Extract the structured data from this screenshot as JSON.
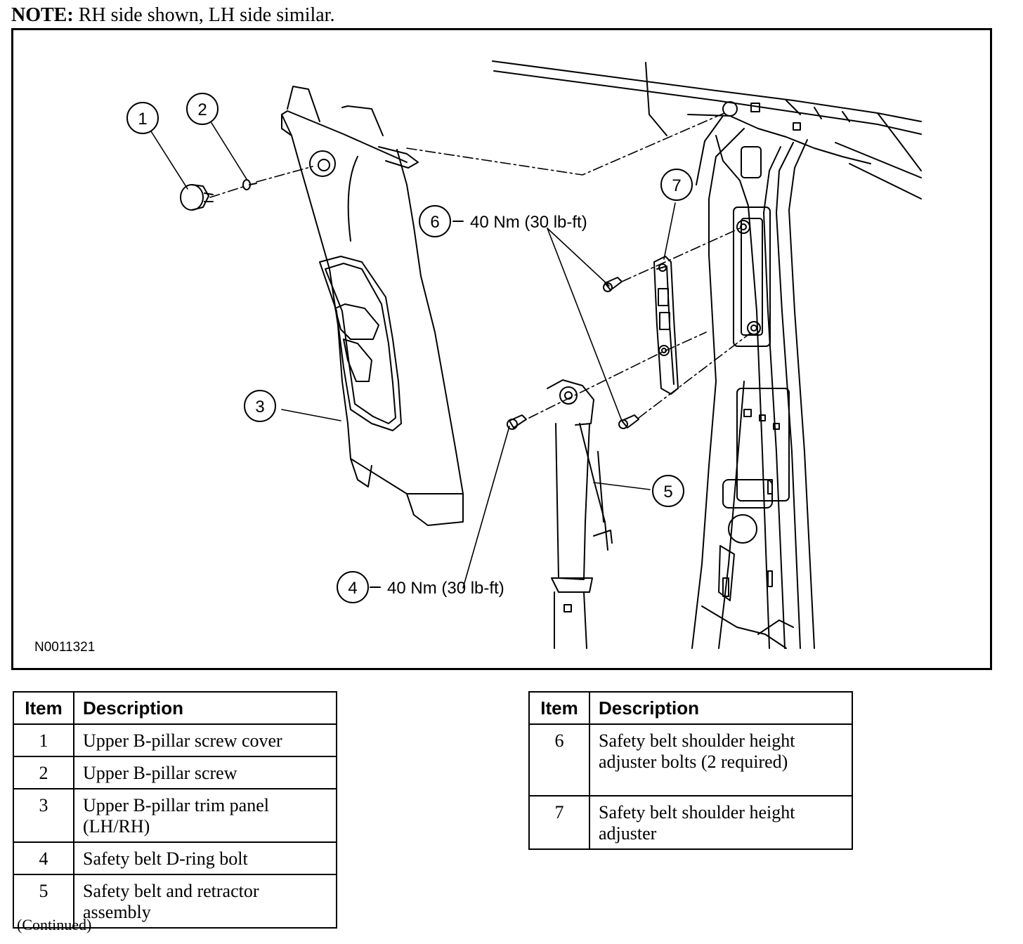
{
  "note": {
    "label": "NOTE:",
    "text": "RH side shown, LH side similar."
  },
  "figure": {
    "id": "N0011321",
    "callouts": [
      {
        "num": "1"
      },
      {
        "num": "2"
      },
      {
        "num": "3"
      },
      {
        "num": "4",
        "spec": "40 Nm (30 lb-ft)"
      },
      {
        "num": "5"
      },
      {
        "num": "6",
        "spec": "40 Nm (30 lb-ft)"
      },
      {
        "num": "7"
      }
    ]
  },
  "table_left": {
    "headers": [
      "Item",
      "Description"
    ],
    "rows": [
      {
        "item": "1",
        "desc_lines": [
          "Upper B-pillar screw cover"
        ]
      },
      {
        "item": "2",
        "desc_lines": [
          "Upper B-pillar screw"
        ]
      },
      {
        "item": "3",
        "desc_lines": [
          "Upper B-pillar trim panel",
          "(LH/RH)"
        ]
      },
      {
        "item": "4",
        "desc_lines": [
          "Safety belt D-ring bolt"
        ]
      },
      {
        "item": "5",
        "desc_lines": [
          "Safety belt and retractor",
          "assembly"
        ]
      }
    ]
  },
  "table_right": {
    "headers": [
      "Item",
      "Description"
    ],
    "rows": [
      {
        "item": "6",
        "desc_lines": [
          "Safety belt shoulder height",
          "adjuster bolts (2 required)"
        ]
      },
      {
        "item": "7",
        "desc_lines": [
          "Safety belt shoulder height",
          "adjuster"
        ]
      }
    ]
  },
  "footer": {
    "continued": "(Continued)"
  }
}
